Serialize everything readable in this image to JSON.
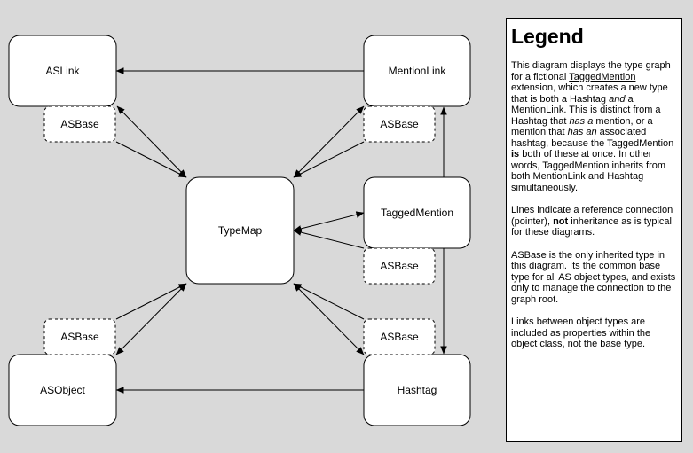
{
  "nodes": {
    "aslink": "ASLink",
    "mentionlink": "MentionLink",
    "typemap": "TypeMap",
    "taggedmention": "TaggedMention",
    "asobject": "ASObject",
    "hashtag": "Hashtag",
    "asbase_label": "ASBase"
  },
  "legend": {
    "title": "Legend",
    "p1": {
      "t1": "This diagram displays the type graph for a fictional ",
      "u1": "TaggedMention",
      "t2": " extension, which creates a new type that is both a Hashtag ",
      "i1": "and",
      "t3": " a MentionLink. This is distinct from a Hashtag that ",
      "i2": "has a",
      "t4": " mention, or a mention that ",
      "i3": "has an",
      "t5": " associated hashtag, because the TaggedMention ",
      "b1": "is",
      "t6": " both of these at once. In other words, TaggedMention inherits from both MentionLink and Hashtag simultaneously."
    },
    "p2": {
      "t1": "Lines indicate a reference connection (pointer), ",
      "b1": "not",
      "t2": " inheritance as is typical for these diagrams."
    },
    "p3": "ASBase is the only inherited type in this diagram. Its the common base type for all AS object types, and exists only to manage the connection to the graph root.",
    "p4": "Links between object types are included as properties within the object class, not the base type."
  },
  "colors": {
    "background": "#d9d9d9",
    "node_fill": "#ffffff",
    "stroke": "#000000"
  }
}
